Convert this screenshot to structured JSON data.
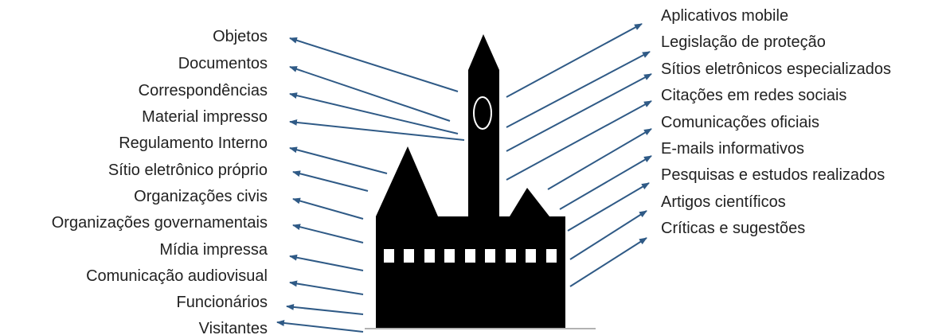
{
  "left_labels": [
    "Objetos",
    "Documentos",
    "Correspondências",
    "Material impresso",
    "Regulamento Interno",
    "Sítio eletrônico próprio",
    "Organizações civis",
    "Organizações governamentais",
    "Mídia impressa",
    "Comunicação audiovisual",
    "Funcionários",
    "Visitantes"
  ],
  "right_labels": [
    "Aplicativos mobile",
    "Legislação de proteção",
    "Sítios eletrônicos especializados",
    "Citações em redes sociais",
    "Comunicações oficiais",
    "E-mails informativos",
    "Pesquisas e estudos realizados",
    "Artigos científicos",
    "Críticas e sugestões"
  ],
  "colors": {
    "arrow": "#2f5a86",
    "building": "#000000",
    "window": "#ffffff",
    "ground": "#999999",
    "text": "#222222"
  }
}
